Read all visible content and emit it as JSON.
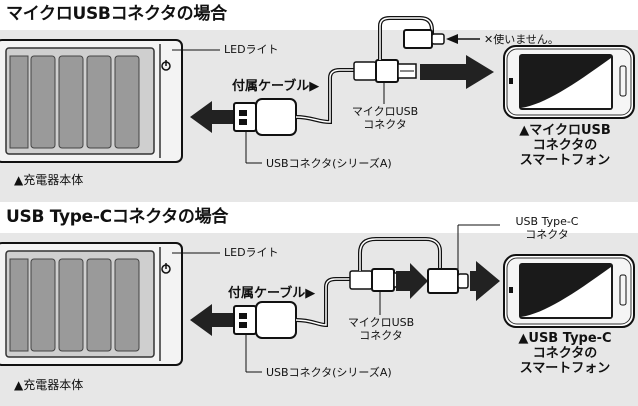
{
  "micro": {
    "title": "マイクロUSBコネクタの場合",
    "led_label": "LEDライト",
    "cable_label": "付属ケーブル▶",
    "not_used": "✕使いません。",
    "micro_connector_line1": "マイクロUSB",
    "micro_connector_line2": "コネクタ",
    "phone_line1": "▲マイクロUSB",
    "phone_line2": "コネクタの",
    "phone_line3": "スマートフォン",
    "usb_a_label": "USBコネクタ(シリーズA)",
    "charger_label": "▲充電器本体"
  },
  "typec": {
    "title": "USB Type-Cコネクタの場合",
    "led_label": "LEDライト",
    "cable_label": "付属ケーブル▶",
    "typec_connector_line1": "USB Type-C",
    "typec_connector_line2": "コネクタ",
    "micro_connector_line1": "マイクロUSB",
    "micro_connector_line2": "コネクタ",
    "phone_line1": "▲USB Type-C",
    "phone_line2": "コネクタの",
    "phone_line3": "スマートフォン",
    "usb_a_label": "USBコネクタ(シリーズA)",
    "charger_label": "▲充電器本体"
  },
  "colors": {
    "band": "#e7e7e7",
    "battery": "#9a9a9a",
    "arrow": "#222222",
    "screen": "#1a1a1a"
  }
}
